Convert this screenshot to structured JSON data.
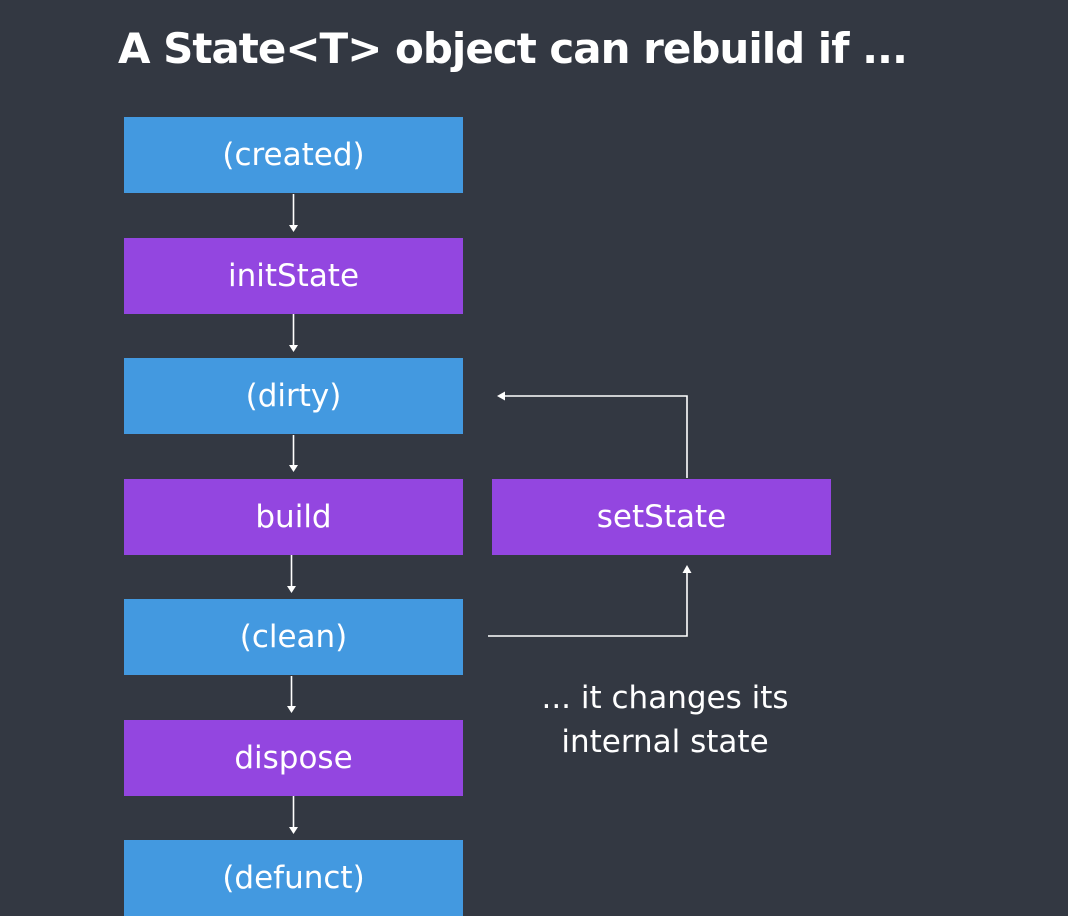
{
  "title": "A State<T> object can rebuild if ...",
  "flow": [
    {
      "id": "created",
      "label": "(created)",
      "kind": "state"
    },
    {
      "id": "initState",
      "label": "initState",
      "kind": "method"
    },
    {
      "id": "dirty",
      "label": "(dirty)",
      "kind": "state"
    },
    {
      "id": "build",
      "label": "build",
      "kind": "method"
    },
    {
      "id": "clean",
      "label": "(clean)",
      "kind": "state"
    },
    {
      "id": "dispose",
      "label": "dispose",
      "kind": "method"
    },
    {
      "id": "defunct",
      "label": "(defunct)",
      "kind": "state"
    }
  ],
  "side": {
    "setState_label": "setState",
    "note_line1": "... it changes its",
    "note_line2": "internal state"
  },
  "colors": {
    "background": "#333842",
    "state_box": "#4399e0",
    "method_box": "#9346e0",
    "text": "#ffffff",
    "connector": "#ffffff"
  }
}
